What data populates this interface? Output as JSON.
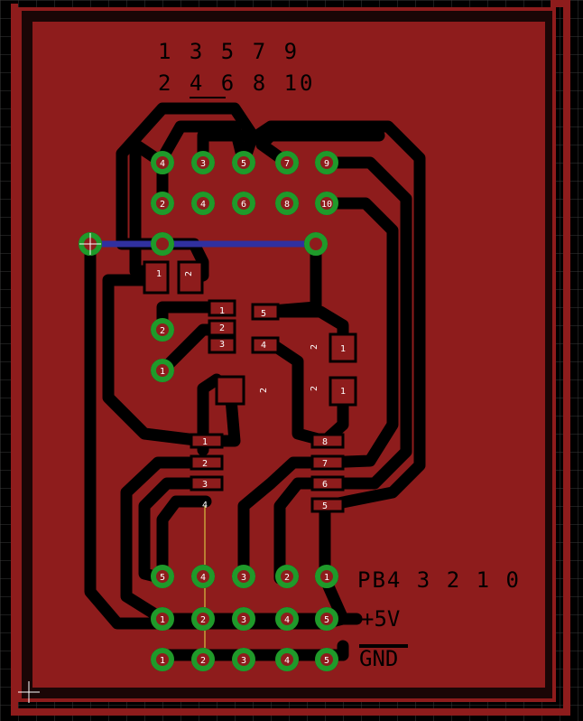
{
  "header": {
    "odd_pins": "1 3 5 7 9",
    "even_pins": "2 4 6 8 10"
  },
  "labels": {
    "port_row": "PB4 3 2 1 0",
    "power": "+5V",
    "ground": "GND"
  },
  "connector_top": {
    "row1": [
      "4",
      "3",
      "5",
      "7",
      "9"
    ],
    "row2": [
      "2",
      "4",
      "6",
      "8",
      "10"
    ]
  },
  "io_headers": {
    "row1": [
      "5",
      "4",
      "3",
      "2",
      "1"
    ],
    "row2": [
      "1",
      "2",
      "3",
      "4",
      "5"
    ],
    "row3": [
      "1",
      "2",
      "3",
      "4",
      "5"
    ]
  },
  "side_pads": {
    "left_upper": "2",
    "left_lower": "1"
  },
  "chip_pins": {
    "left": [
      "1",
      "2",
      "3",
      "4"
    ],
    "right": [
      "8",
      "7",
      "6",
      "5"
    ]
  },
  "components": {
    "r1": [
      "1",
      "2"
    ],
    "r2": [
      "2",
      "1"
    ],
    "q1": [
      "1",
      "2",
      "3",
      "5",
      "4"
    ],
    "c1_label": "2",
    "c2_label": "2"
  },
  "colors": {
    "board": "#8e1c1c",
    "trace": "#000000",
    "pad": "#1f9a2a",
    "wire": "#3030a0",
    "silk": "#ffffff",
    "text": "#000000"
  }
}
